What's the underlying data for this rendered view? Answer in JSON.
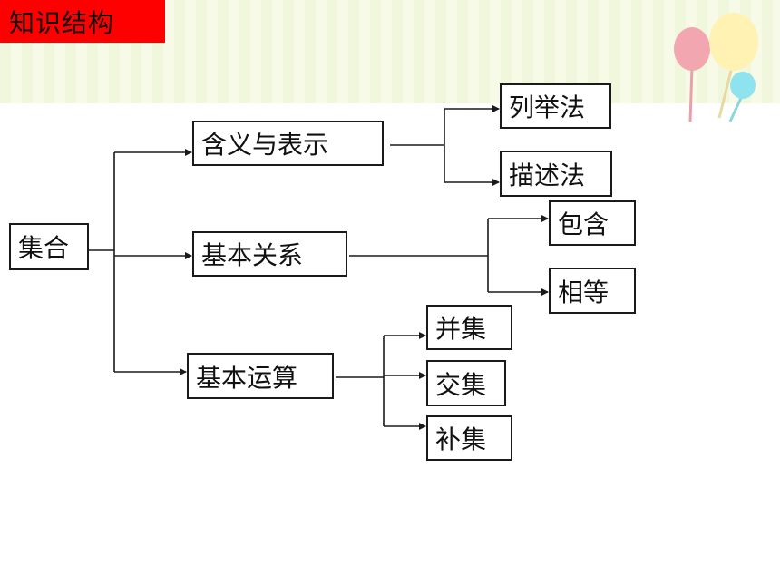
{
  "title": "知识结构",
  "colors": {
    "title_background": "#ff0000",
    "band_background": "#f6fae6",
    "line": "#1a1a1a",
    "balloon_pink": "#f2a6b0",
    "balloon_yellow": "#fff2b3",
    "balloon_cyan": "#8fe3ee"
  },
  "decoration": [
    "balloon-icon",
    "balloon-icon",
    "balloon-icon"
  ],
  "diagram": {
    "root": "集合",
    "branches": [
      {
        "label": "含义与表示",
        "children": [
          "列举法",
          "描述法"
        ]
      },
      {
        "label": "基本关系",
        "children": [
          "包含",
          "相等"
        ]
      },
      {
        "label": "基本运算",
        "children": [
          "并集",
          "交集",
          "补集"
        ]
      }
    ]
  }
}
